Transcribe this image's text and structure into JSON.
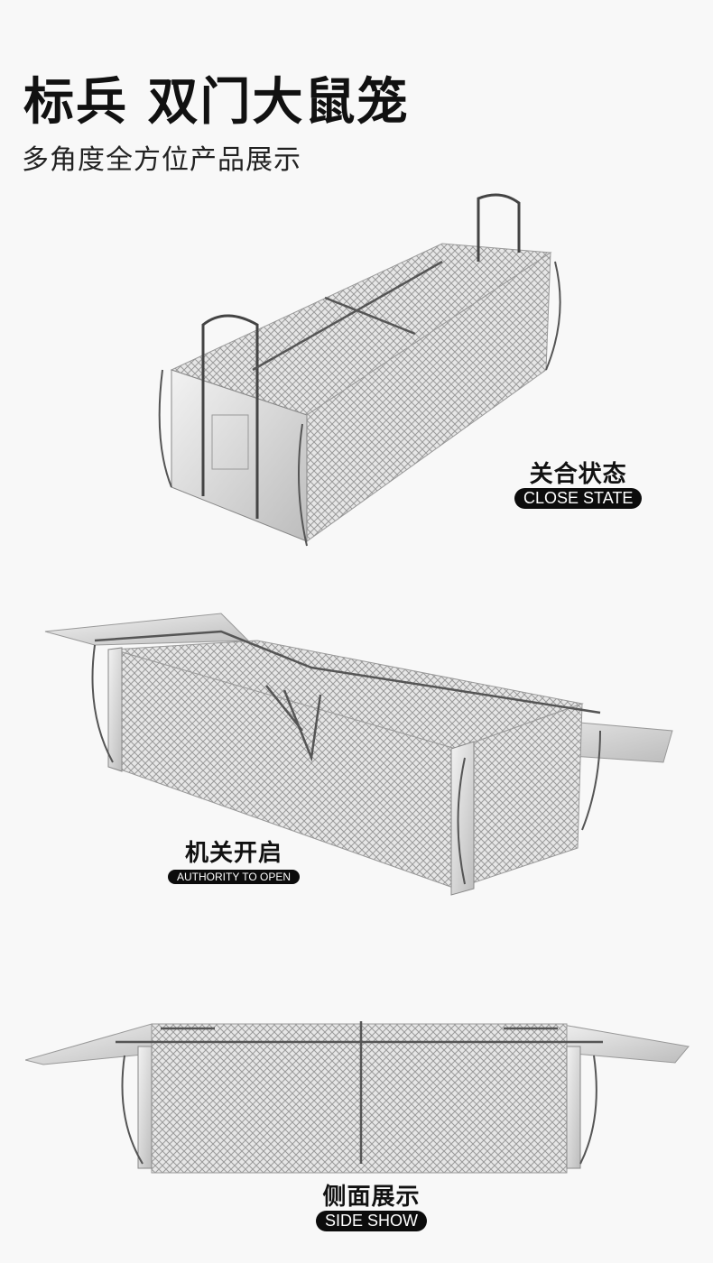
{
  "header": {
    "title": "标兵 双门大鼠笼",
    "subtitle": "多角度全方位产品展示"
  },
  "views": [
    {
      "label_zh": "关合状态",
      "label_en": "CLOSE STATE"
    },
    {
      "label_zh": "机关开启",
      "label_en": "AUTHORITY TO OPEN"
    },
    {
      "label_zh": "侧面展示",
      "label_en": "SIDE SHOW"
    }
  ]
}
